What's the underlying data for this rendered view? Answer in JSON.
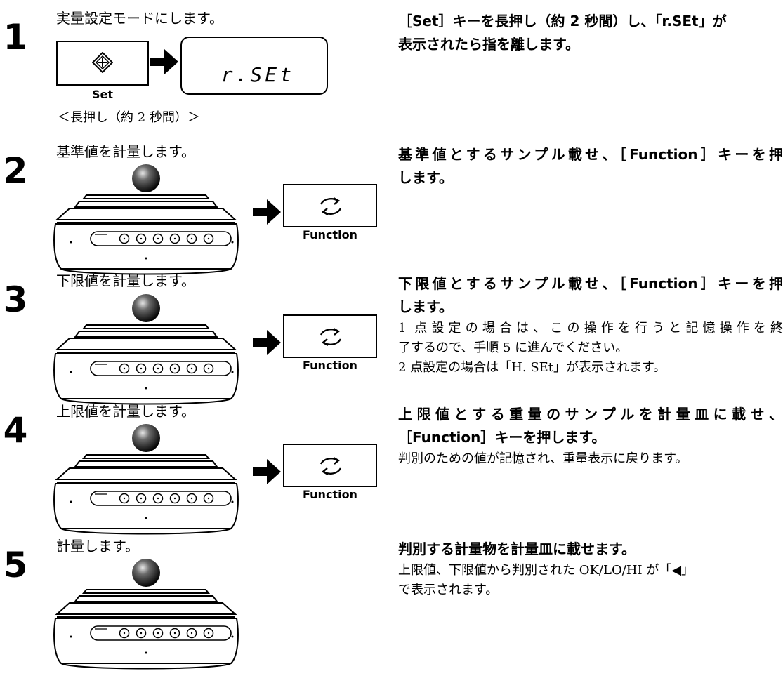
{
  "steps": [
    {
      "number": "1",
      "heading": "実量設定モードにします。",
      "key_label": "Set",
      "display_text": "r.SEt",
      "note": "＜長押し（約 2 秒間）＞",
      "text_bold": [
        "［Set］キーを長押し（約 2 秒間）し、「r.SEt」が",
        "表示されたら指を離します。"
      ],
      "text_normal": []
    },
    {
      "number": "2",
      "heading": "基準値を計量します。",
      "key_label": "Function",
      "text_bold": [
        "基準値とするサンプル載せ、［Function］キーを押",
        "します。"
      ],
      "text_normal": []
    },
    {
      "number": "3",
      "heading": "下限値を計量します。",
      "key_label": "Function",
      "text_bold": [
        "下限値とするサンプル載せ、［Function］キーを押",
        "します。"
      ],
      "text_normal": [
        "1 点設定の場合は、この操作を行うと記憶操作を終",
        "了するので、手順 5 に進んでください。",
        "2 点設定の場合は「H. SEt」が表示されます。"
      ]
    },
    {
      "number": "4",
      "heading": "上限値を計量します。",
      "key_label": "Function",
      "text_bold": [
        "上限値とする重量のサンプルを計量皿に載せ、",
        "［Function］キーを押します。"
      ],
      "text_normal": [
        "判別のための値が記憶され、重量表示に戻ります。"
      ]
    },
    {
      "number": "5",
      "heading": "計量します。",
      "text_bold": [
        "判別する計量物を計量皿に載せます。"
      ],
      "text_normal": [
        "上限値、下限値から判別された OK/LO/HI が「◀」",
        "で表示されます。"
      ]
    }
  ],
  "icons": {
    "set_key": "set-diamond-icon",
    "function_key": "function-cycle-icon",
    "arrow": "right-arrow-icon",
    "balance": "balance-scale-with-ball-icon"
  }
}
